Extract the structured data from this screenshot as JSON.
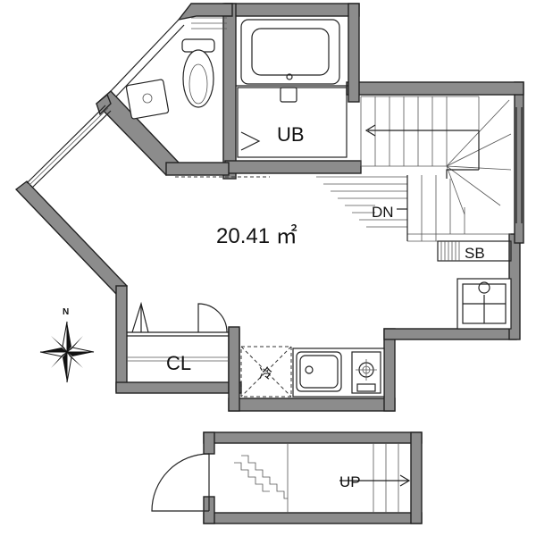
{
  "rooms": {
    "bath": "UB",
    "area": "20.41 ㎡",
    "closet": "CL",
    "down": "DN",
    "shoebox": "SB",
    "fridge": "冷",
    "up": "UP"
  },
  "compass": {
    "north": "N"
  }
}
